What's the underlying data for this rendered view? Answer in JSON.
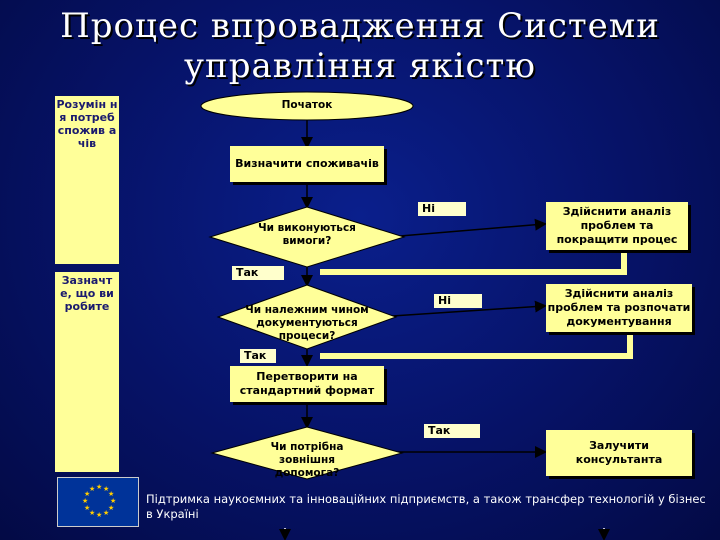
{
  "title": {
    "line1": "Процес впровадження Системи",
    "line2": "управління якістю"
  },
  "sidebar": {
    "box1": "Розумін ня потреб спожив ачів",
    "box2": "Зазначт е, що ви робите"
  },
  "flow": {
    "start": "Початок",
    "step1": "Визначити споживачів",
    "decision1": "Чи виконуються вимоги?",
    "decision1_no": "Ні",
    "action1": "Здійснити аналіз проблем та покращити процес",
    "decision1_yes": "Так",
    "decision2": "Чи належним чином документуються процеси?",
    "decision2_no": "Ні",
    "action2": "Здійснити аналіз проблем та розпочати документування",
    "decision2_yes": "Так",
    "step2": "Перетворити на стандартний формат",
    "decision3": "Чи потрібна зовнішня допомога?",
    "decision3_yes": "Так",
    "action3": "Залучити консультанта"
  },
  "footer": {
    "text": "Підтримка наукоємних та інноваційних підприємств, а також трансфер технологій у бізнес в Україні",
    "logo": "eu-flag-icon"
  },
  "colors": {
    "background": "#061266",
    "box_fill": "#ffff99",
    "text_white": "#ffffff"
  }
}
